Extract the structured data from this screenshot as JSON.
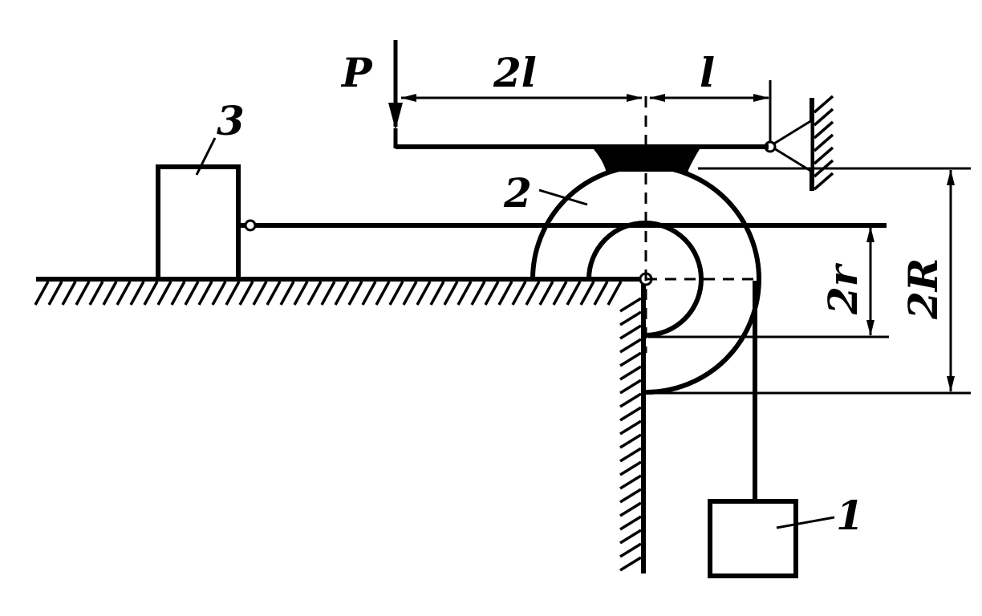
{
  "labels": {
    "force": "P",
    "dim_left": "2l",
    "dim_right": "l",
    "body_block_slider": "3",
    "body_wheel": "2",
    "body_hanging_load": "1",
    "dim_inner_diameter": "2r",
    "dim_outer_diameter": "2R"
  }
}
